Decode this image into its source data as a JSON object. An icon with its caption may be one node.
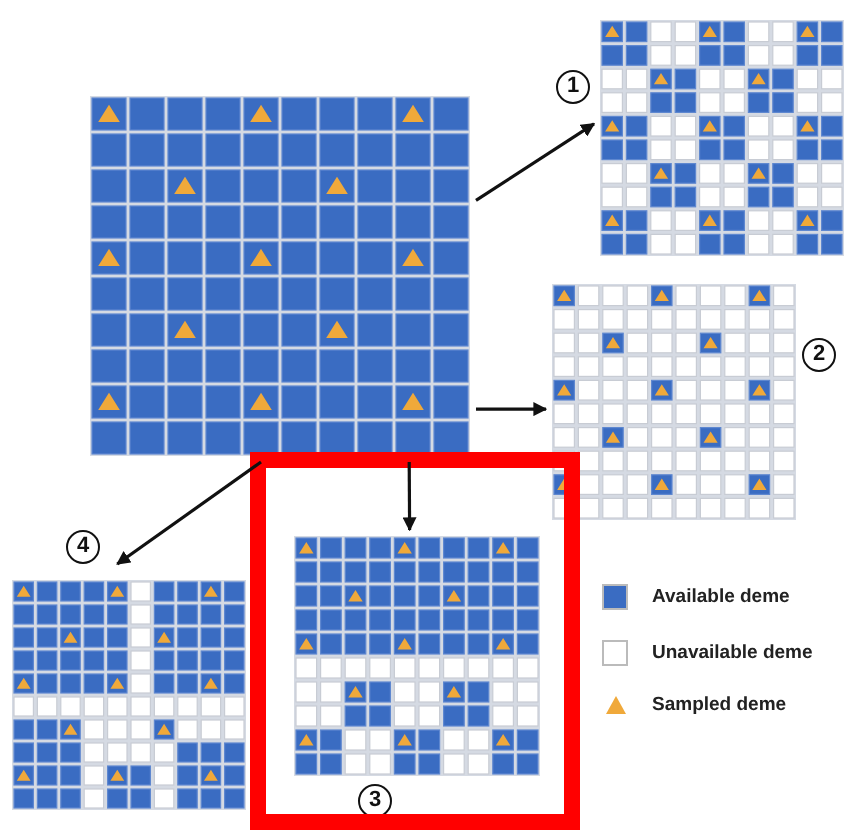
{
  "diagram": {
    "nodes": [
      {
        "text": [],
        "shape": "grid"
      },
      {
        "text": [],
        "shape": "grid",
        "beside": [
          "1"
        ]
      },
      {
        "text": [],
        "shape": "grid",
        "beside": [
          "2"
        ]
      },
      {
        "text": [],
        "shape": "grid",
        "beside": [
          "3"
        ]
      },
      {
        "text": [],
        "shape": "grid",
        "beside": [
          "4"
        ]
      }
    ],
    "edges": [
      {
        "from": 0,
        "to": 1,
        "arrow": "to"
      },
      {
        "from": 0,
        "to": 2,
        "arrow": "to"
      },
      {
        "from": 0,
        "to": 3,
        "arrow": "to"
      },
      {
        "from": 0,
        "to": 4,
        "arrow": "to"
      }
    ],
    "legend": [
      {
        "text": "Available deme",
        "color": "#3a6cc2"
      },
      {
        "text": "Unavailable deme",
        "color": "#ffffff"
      },
      {
        "text": "Sampled deme"
      }
    ]
  }
}
